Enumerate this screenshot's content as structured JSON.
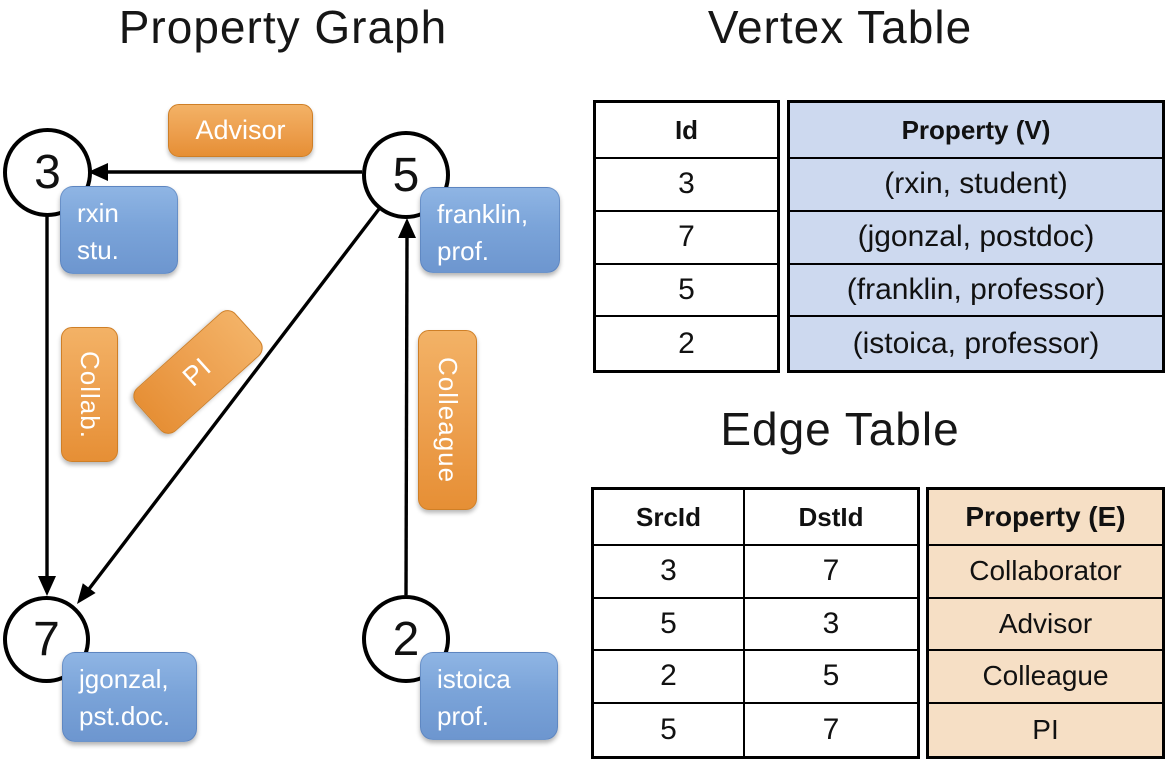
{
  "graph": {
    "title": "Property Graph",
    "nodes": [
      {
        "id": "3"
      },
      {
        "id": "5"
      },
      {
        "id": "7"
      },
      {
        "id": "2"
      }
    ],
    "vertex_labels": [
      {
        "line1": "rxin",
        "line2": "stu."
      },
      {
        "line1": "franklin,",
        "line2": "prof."
      },
      {
        "line1": "jgonzal,",
        "line2": "pst.doc."
      },
      {
        "line1": "istoica",
        "line2": "prof."
      }
    ],
    "edge_labels": {
      "advisor": "Advisor",
      "collab": "Collab.",
      "pi": "PI",
      "colleague": "Colleague"
    }
  },
  "vertex_table": {
    "title": "Vertex Table",
    "columns": {
      "id": "Id",
      "property": "Property (V)"
    },
    "rows": [
      {
        "id": "3",
        "property": "(rxin, student)"
      },
      {
        "id": "7",
        "property": "(jgonzal, postdoc)"
      },
      {
        "id": "5",
        "property": "(franklin, professor)"
      },
      {
        "id": "2",
        "property": "(istoica, professor)"
      }
    ]
  },
  "edge_table": {
    "title": "Edge Table",
    "columns": {
      "src": "SrcId",
      "dst": "DstId",
      "property": "Property (E)"
    },
    "rows": [
      {
        "src": "3",
        "dst": "7",
        "property": "Collaborator"
      },
      {
        "src": "5",
        "dst": "3",
        "property": "Advisor"
      },
      {
        "src": "2",
        "dst": "5",
        "property": "Colleague"
      },
      {
        "src": "5",
        "dst": "7",
        "property": "PI"
      }
    ]
  },
  "colors": {
    "edge_label_orange": "#eda04f",
    "vertex_label_blue": "#7ba4d9",
    "vertex_table_fill": "#cdd9ef",
    "edge_table_fill": "#f6dfc5",
    "line_black": "#000000"
  }
}
